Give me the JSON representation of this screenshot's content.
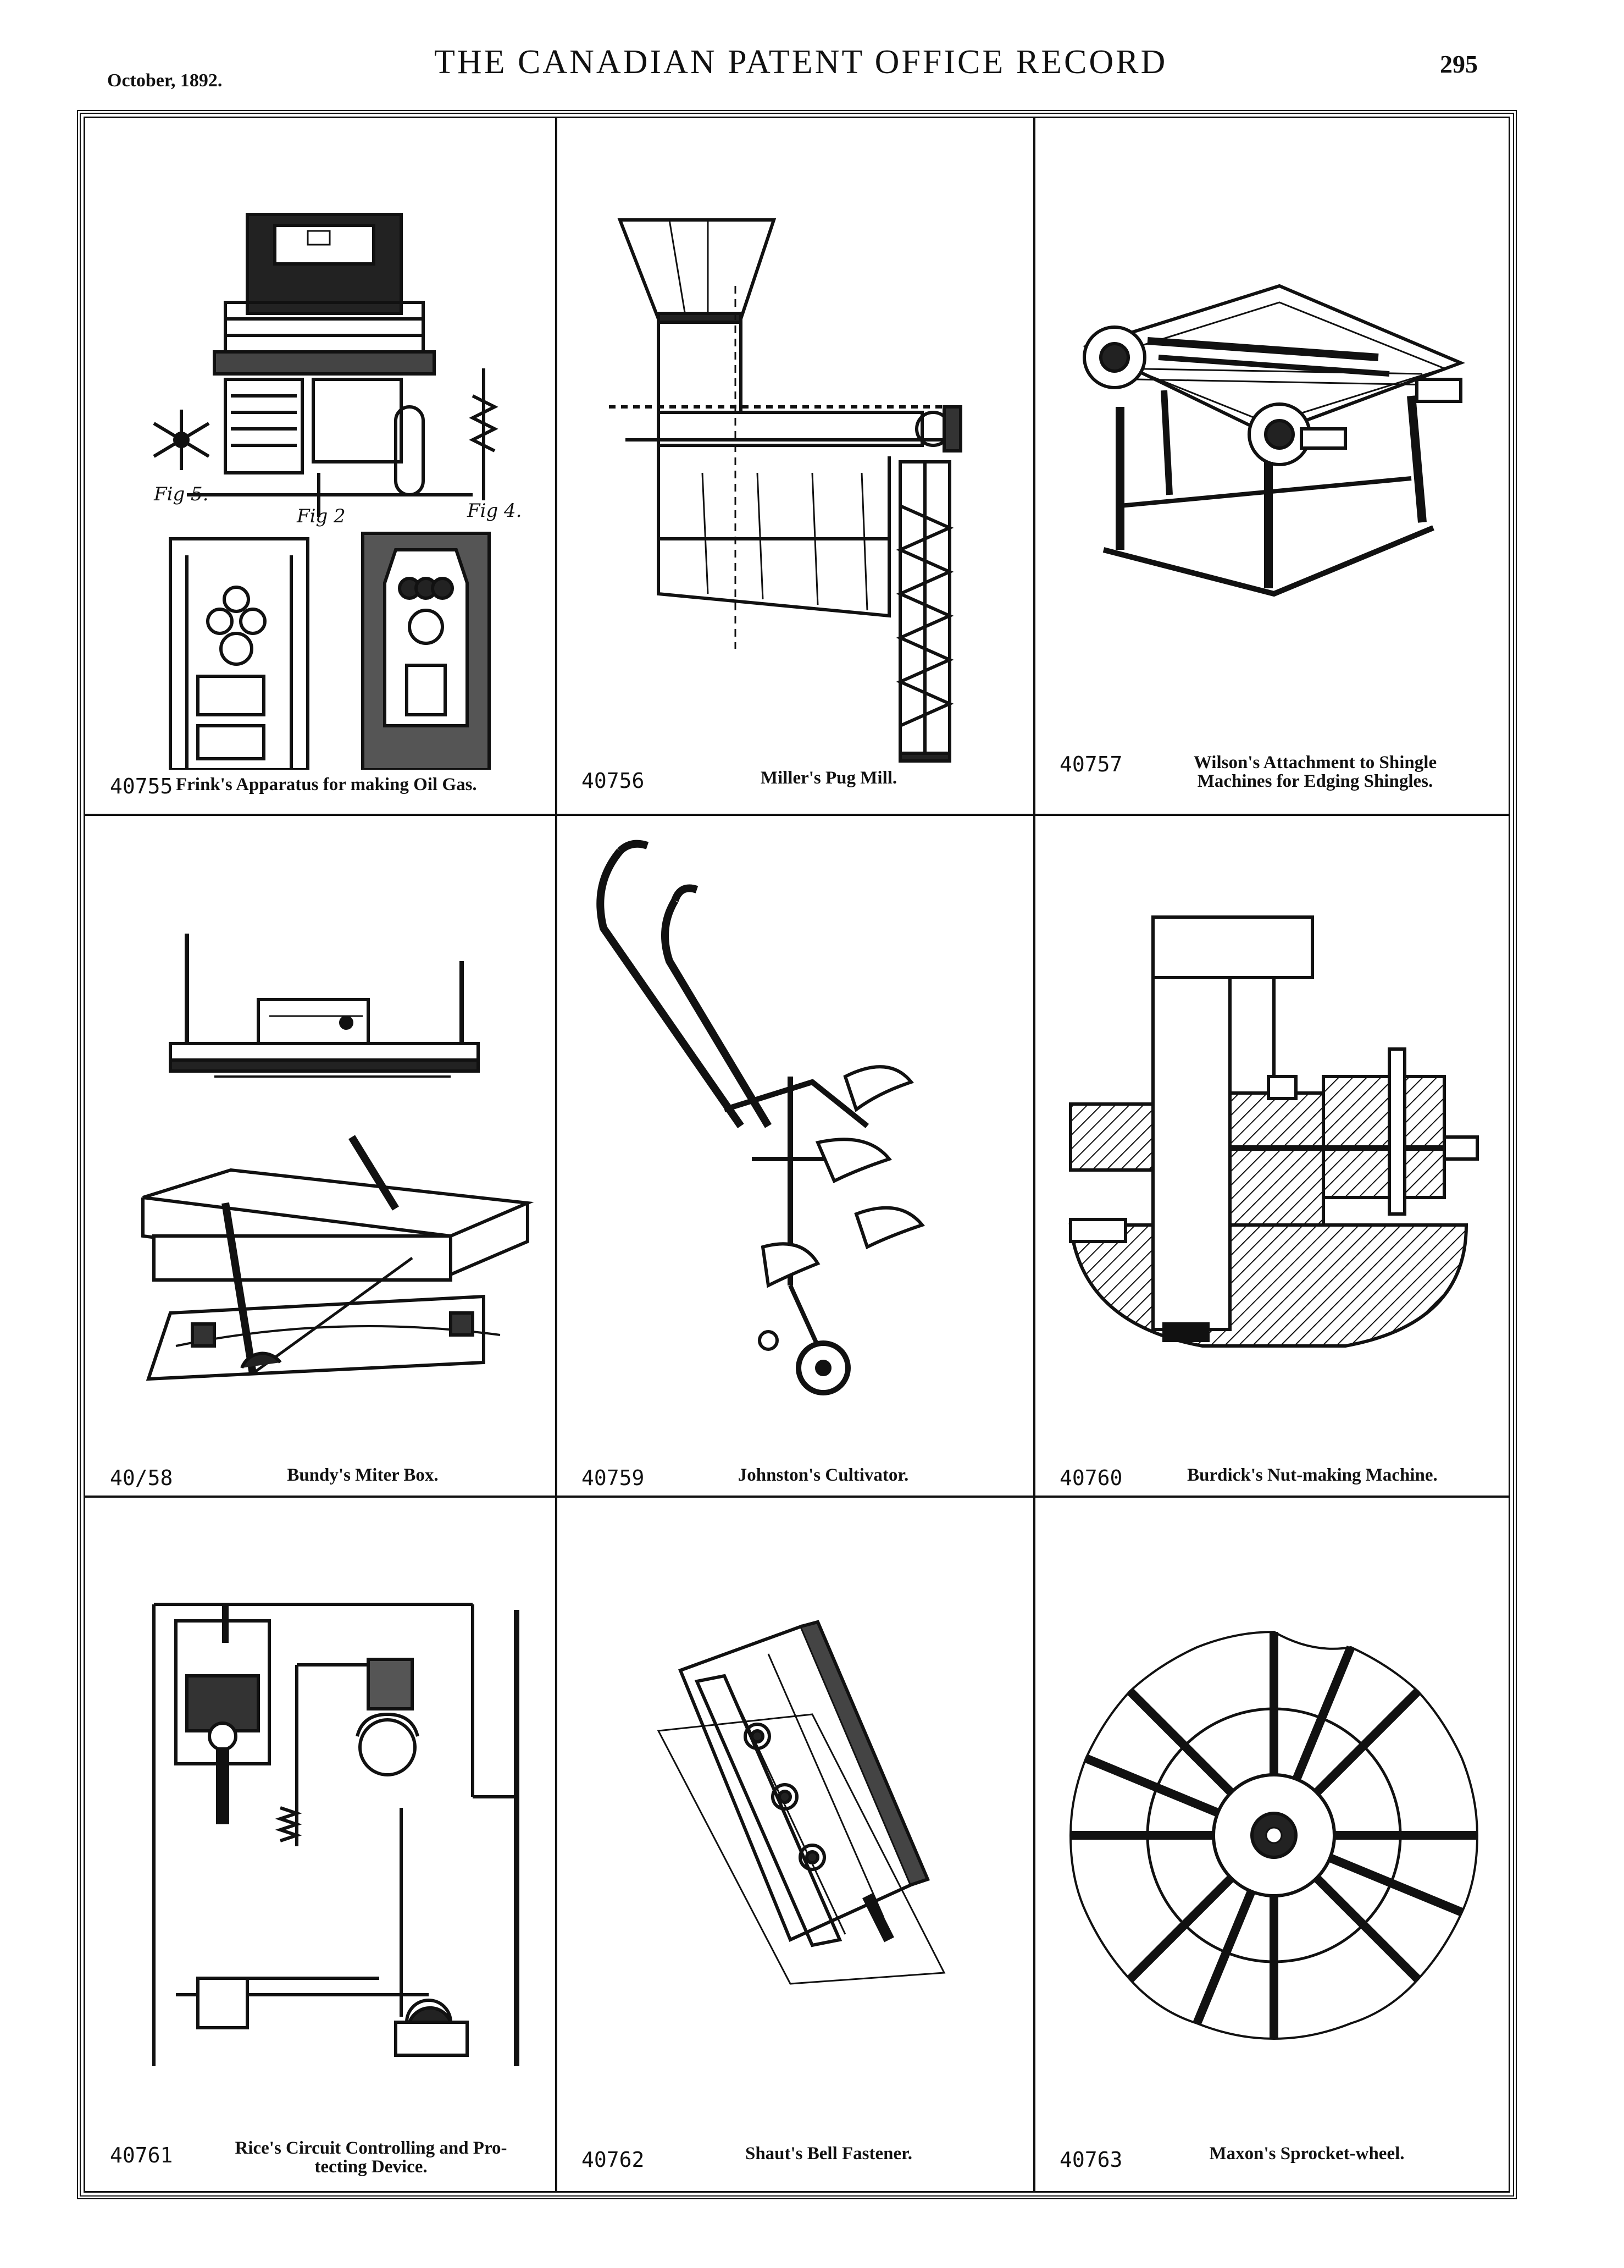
{
  "header": {
    "date": "October, 1892.",
    "title": "THE CANADIAN PATENT OFFICE RECORD",
    "page_number": "295"
  },
  "patents": [
    {
      "number": "40755",
      "title": "Frink's Apparatus for making Oil Gas.",
      "figure": "oil-gas-apparatus-drawing"
    },
    {
      "number": "40756",
      "title": "Miller's Pug Mill.",
      "figure": "pug-mill-drawing"
    },
    {
      "number": "40757",
      "title_line1": "Wilson's Attachment to Shingle",
      "title_line2": "Machines for Edging Shingles.",
      "figure": "shingle-machine-drawing"
    },
    {
      "number": "40/58",
      "title": "Bundy's Miter Box.",
      "figure": "miter-box-drawing"
    },
    {
      "number": "40759",
      "title": "Johnston's Cultivator.",
      "figure": "cultivator-drawing"
    },
    {
      "number": "40760",
      "title": "Burdick's Nut-making Machine.",
      "figure": "nut-making-machine-drawing"
    },
    {
      "number": "40761",
      "title_line1": "Rice's Circuit Controlling and Pro-",
      "title_line2": "tecting Device.",
      "figure": "circuit-device-drawing"
    },
    {
      "number": "40762",
      "title": "Shaut's Bell Fastener.",
      "figure": "bell-fastener-drawing"
    },
    {
      "number": "40763",
      "title": "Maxon's Sprocket-wheel.",
      "figure": "sprocket-wheel-drawing"
    }
  ]
}
